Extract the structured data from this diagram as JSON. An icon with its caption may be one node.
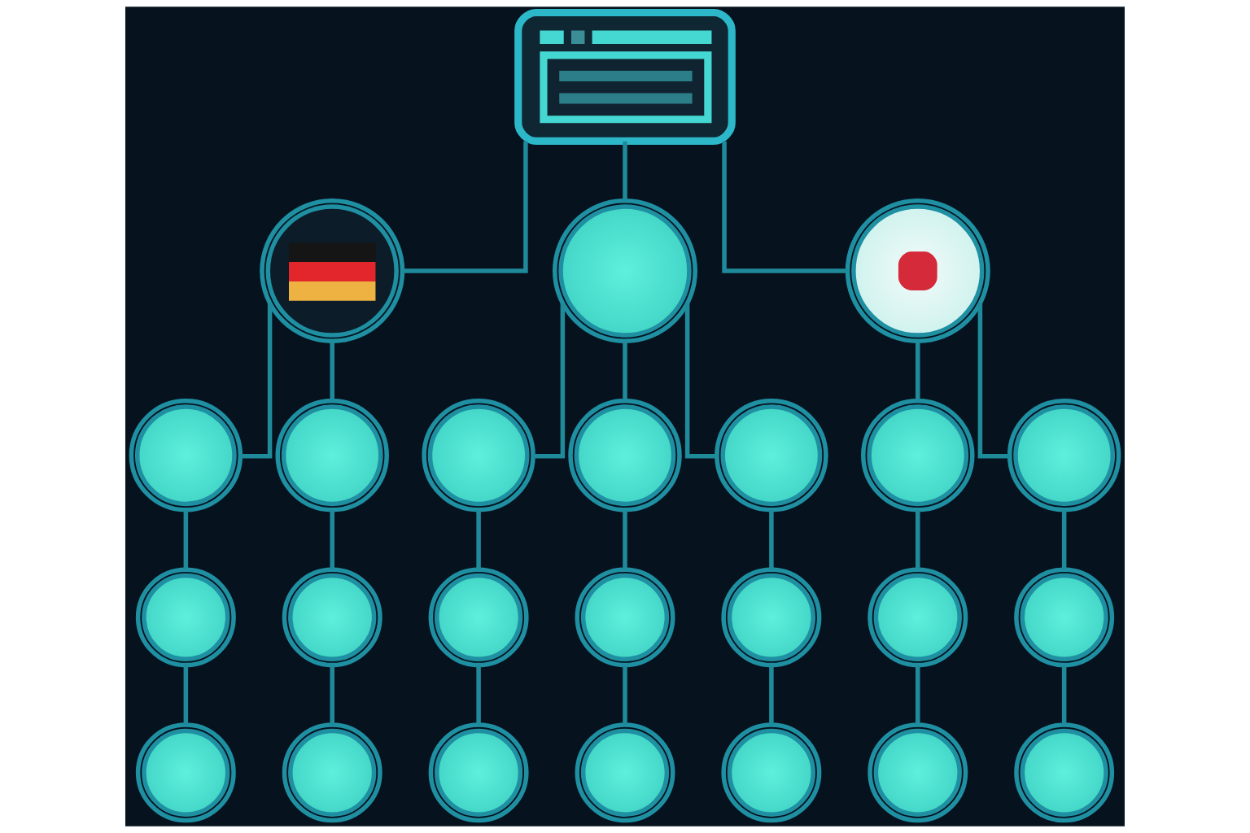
{
  "diagram": {
    "nodes": [
      {
        "text": [],
        "shape": "box"
      },
      {
        "text": [],
        "shape": "circle"
      },
      {
        "text": [],
        "shape": "circle"
      },
      {
        "text": [],
        "shape": "circle"
      },
      {
        "text": [],
        "shape": "circle"
      },
      {
        "text": [],
        "shape": "circle"
      },
      {
        "text": [],
        "shape": "circle"
      },
      {
        "text": [],
        "shape": "circle"
      },
      {
        "text": [],
        "shape": "circle"
      },
      {
        "text": [],
        "shape": "circle"
      },
      {
        "text": [],
        "shape": "circle"
      },
      {
        "text": [],
        "shape": "circle"
      },
      {
        "text": [],
        "shape": "circle"
      },
      {
        "text": [],
        "shape": "circle"
      },
      {
        "text": [],
        "shape": "circle"
      },
      {
        "text": [],
        "shape": "circle"
      },
      {
        "text": [],
        "shape": "circle"
      },
      {
        "text": [],
        "shape": "circle"
      },
      {
        "text": [],
        "shape": "circle"
      },
      {
        "text": [],
        "shape": "circle"
      },
      {
        "text": [],
        "shape": "circle"
      },
      {
        "text": [],
        "shape": "circle"
      },
      {
        "text": [],
        "shape": "circle"
      },
      {
        "text": [],
        "shape": "circle"
      },
      {
        "text": [],
        "shape": "circle"
      }
    ],
    "edges": [
      {
        "from": 0,
        "to": 1,
        "arrow": "none"
      },
      {
        "from": 0,
        "to": 2,
        "arrow": "none"
      },
      {
        "from": 0,
        "to": 3,
        "arrow": "none"
      },
      {
        "from": 1,
        "to": 4,
        "arrow": "none"
      },
      {
        "from": 1,
        "to": 5,
        "arrow": "none"
      },
      {
        "from": 2,
        "to": 6,
        "arrow": "none"
      },
      {
        "from": 2,
        "to": 7,
        "arrow": "none"
      },
      {
        "from": 2,
        "to": 8,
        "arrow": "none"
      },
      {
        "from": 3,
        "to": 9,
        "arrow": "none"
      },
      {
        "from": 3,
        "to": 10,
        "arrow": "none"
      },
      {
        "from": 4,
        "to": 11,
        "arrow": "none"
      },
      {
        "from": 5,
        "to": 12,
        "arrow": "none"
      },
      {
        "from": 6,
        "to": 13,
        "arrow": "none"
      },
      {
        "from": 7,
        "to": 14,
        "arrow": "none"
      },
      {
        "from": 8,
        "to": 15,
        "arrow": "none"
      },
      {
        "from": 9,
        "to": 16,
        "arrow": "none"
      },
      {
        "from": 10,
        "to": 17,
        "arrow": "none"
      },
      {
        "from": 11,
        "to": 18,
        "arrow": "none"
      },
      {
        "from": 12,
        "to": 19,
        "arrow": "none"
      },
      {
        "from": 13,
        "to": 20,
        "arrow": "none"
      },
      {
        "from": 14,
        "to": 21,
        "arrow": "none"
      },
      {
        "from": 15,
        "to": 22,
        "arrow": "none"
      },
      {
        "from": 16,
        "to": 23,
        "arrow": "none"
      },
      {
        "from": 17,
        "to": 24,
        "arrow": "none"
      }
    ]
  }
}
